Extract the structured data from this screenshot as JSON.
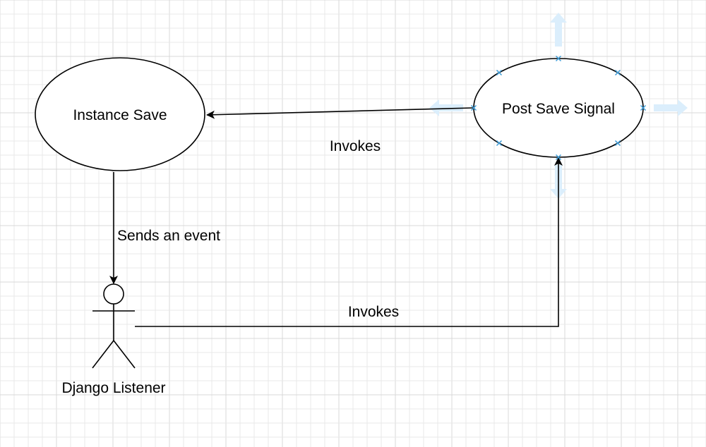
{
  "colors": {
    "grid_minor": "#e8e8e8",
    "grid_major": "#d9d9d9",
    "stroke": "#000000",
    "selection_handle": "#3d9bd6",
    "hover_arrow": "#dbeefc",
    "background": "#ffffff"
  },
  "nodes": {
    "instance_save": {
      "label": "Instance Save",
      "shape": "ellipse"
    },
    "post_save_signal": {
      "label": "Post Save Signal",
      "shape": "ellipse",
      "selected": true
    },
    "django_listener": {
      "label": "Django Listener",
      "shape": "actor"
    }
  },
  "edges": {
    "signal_to_instance": {
      "label": "Invokes",
      "from": "post_save_signal",
      "to": "instance_save"
    },
    "instance_to_listener": {
      "label": "Sends an event",
      "from": "instance_save",
      "to": "django_listener"
    },
    "listener_to_signal": {
      "label": "Invokes",
      "from": "django_listener",
      "to": "post_save_signal"
    }
  },
  "icons": {
    "selection_handle": "x-handle-icon",
    "connect_arrow": "blue-connect-arrow-icon"
  }
}
